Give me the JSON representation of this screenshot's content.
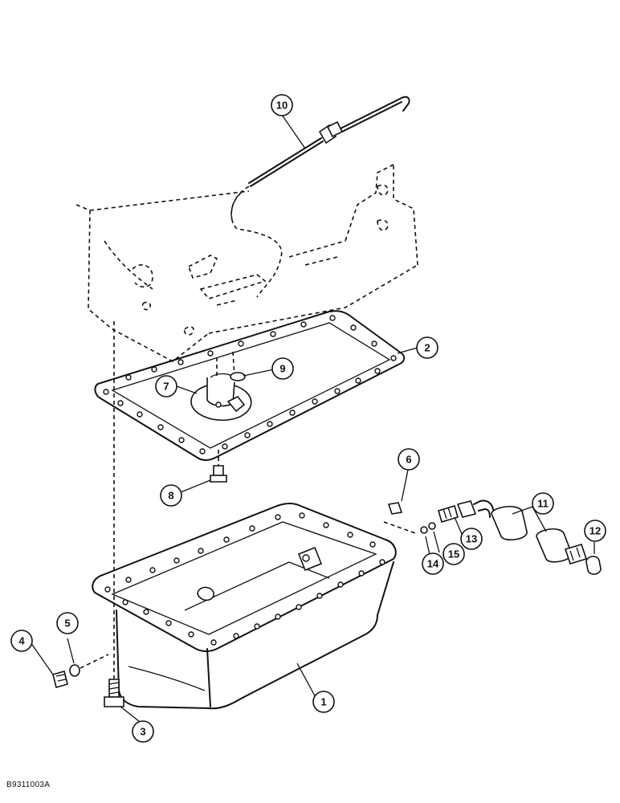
{
  "figure": {
    "reference_code": "B9311003A",
    "callouts": [
      {
        "id": "callout-1",
        "label": "1"
      },
      {
        "id": "callout-2",
        "label": "2"
      },
      {
        "id": "callout-3",
        "label": "3"
      },
      {
        "id": "callout-4",
        "label": "4"
      },
      {
        "id": "callout-5",
        "label": "5"
      },
      {
        "id": "callout-6",
        "label": "6"
      },
      {
        "id": "callout-7",
        "label": "7"
      },
      {
        "id": "callout-8",
        "label": "8"
      },
      {
        "id": "callout-9",
        "label": "9"
      },
      {
        "id": "callout-10",
        "label": "10"
      },
      {
        "id": "callout-11",
        "label": "11"
      },
      {
        "id": "callout-12",
        "label": "12"
      },
      {
        "id": "callout-13",
        "label": "13"
      },
      {
        "id": "callout-14",
        "label": "14"
      },
      {
        "id": "callout-15",
        "label": "15"
      }
    ]
  }
}
